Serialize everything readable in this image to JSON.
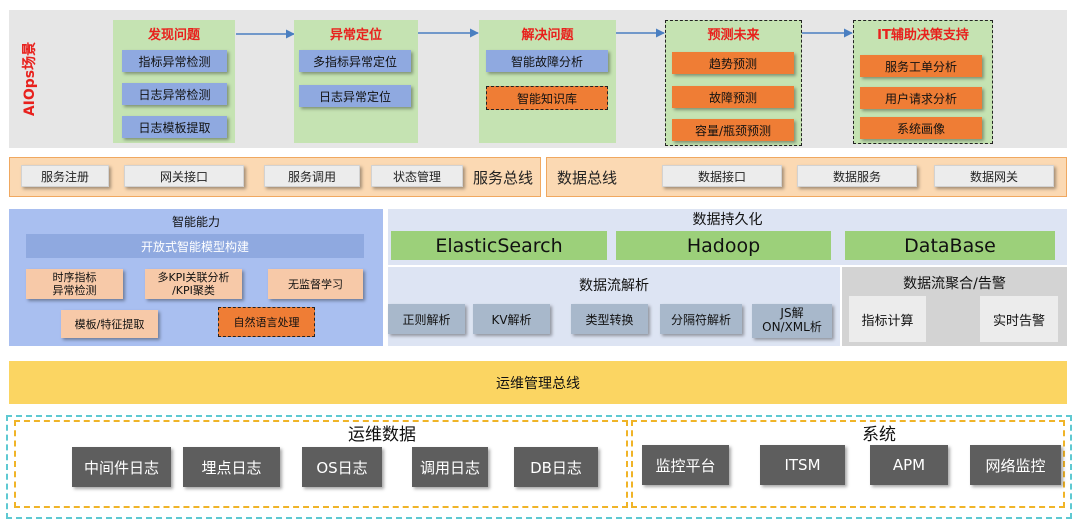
{
  "colors": {
    "top_band": "#e6e6e6",
    "stage_bg": "#c5e3b2",
    "blue_button": "#8fa9e0",
    "orange_button": "#ef7d35",
    "title_red": "#e8211d",
    "bus_yellow": "#fbd562",
    "dashed_cyan": "#5fc9d2",
    "dashed_orange": "#f0b428",
    "dark_box": "#5e5e5e",
    "green_box": "#9cd07a"
  },
  "aiops": {
    "label": "AIOps场景",
    "stages": [
      {
        "title": "发现问题",
        "items": [
          "指标异常检测",
          "日志异常检测",
          "日志模板提取"
        ]
      },
      {
        "title": "异常定位",
        "items": [
          "多指标异常定位",
          "日志异常定位"
        ]
      },
      {
        "title": "解决问题",
        "items": [
          "智能故障分析",
          "智能知识库"
        ]
      },
      {
        "title": "预测未来",
        "items": [
          "趋势预测",
          "故障预测",
          "容量/瓶颈预测"
        ]
      },
      {
        "title": "IT辅助决策支持",
        "items": [
          "服务工单分析",
          "用户请求分析",
          "系统画像"
        ]
      }
    ]
  },
  "service_bus": {
    "label": "服务总线",
    "items": [
      "服务注册",
      "网关接口",
      "服务调用",
      "状态管理"
    ]
  },
  "data_bus": {
    "label": "数据总线",
    "items": [
      "数据接口",
      "数据服务",
      "数据网关"
    ]
  },
  "intelligence": {
    "title": "智能能力",
    "model_bar": "开放式智能模型构建",
    "row1": [
      "时序指标\n异常检测",
      "多KPI关联分析\n/KPI聚类",
      "无监督学习"
    ],
    "row2": [
      "模板/特征提取",
      "自然语言处理"
    ]
  },
  "persistence": {
    "title": "数据持久化",
    "items": [
      "ElasticSearch",
      "Hadoop",
      "DataBase"
    ]
  },
  "stream_parse": {
    "title": "数据流解析",
    "items": [
      "正则解析",
      "KV解析",
      "类型转换",
      "分隔符解析",
      "JS解\nON/XML析"
    ]
  },
  "stream_agg": {
    "title": "数据流聚合/告警",
    "items": [
      "指标计算",
      "实时告警"
    ]
  },
  "ops_bus": {
    "label": "运维管理总线"
  },
  "ops_data": {
    "title": "运维数据",
    "items": [
      "中间件日志",
      "埋点日志",
      "OS日志",
      "调用日志",
      "DB日志"
    ]
  },
  "systems": {
    "title": "系统",
    "items": [
      "监控平台",
      "ITSM",
      "APM",
      "网络监控"
    ]
  }
}
